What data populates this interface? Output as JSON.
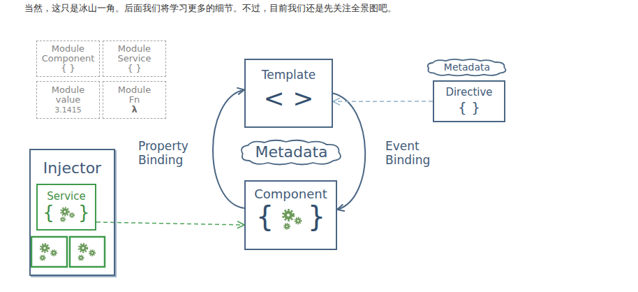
{
  "diagram": {
    "nodes": [
      {
        "text": [
          "Module Component",
          "{ }"
        ]
      },
      {
        "text": [
          "Module Service",
          "{ }"
        ]
      },
      {
        "text": [
          "Template",
          "< >"
        ]
      },
      {
        "text": [
          "Metadata"
        ]
      },
      {
        "text": [
          "Module value",
          "3.1415"
        ]
      },
      {
        "text": [
          "Module Fn",
          "λ"
        ]
      },
      {
        "text": [
          "Directive",
          "{ }"
        ]
      },
      {
        "text": [
          "Metadata"
        ]
      },
      {
        "text": [
          "Injector"
        ]
      },
      {
        "text": [
          "Service",
          "{ }"
        ],
        "in": 8
      },
      {
        "text": [
          "Component",
          "{ }"
        ]
      }
    ],
    "edges": [
      {
        "from": 10,
        "to": 2,
        "arrow": "to",
        "label": "Property Binding"
      },
      {
        "from": 2,
        "to": 10,
        "arrow": "to",
        "label": "Event Binding"
      },
      {
        "from": 6,
        "to": 2,
        "arrow": "to"
      },
      {
        "from": 9,
        "to": 10,
        "arrow": "to"
      }
    ],
    "labels": [
      "当然，这只是冰山一角。后面我们将学习更多的细节。不过，目前我们还是先关注全景图吧。"
    ]
  }
}
